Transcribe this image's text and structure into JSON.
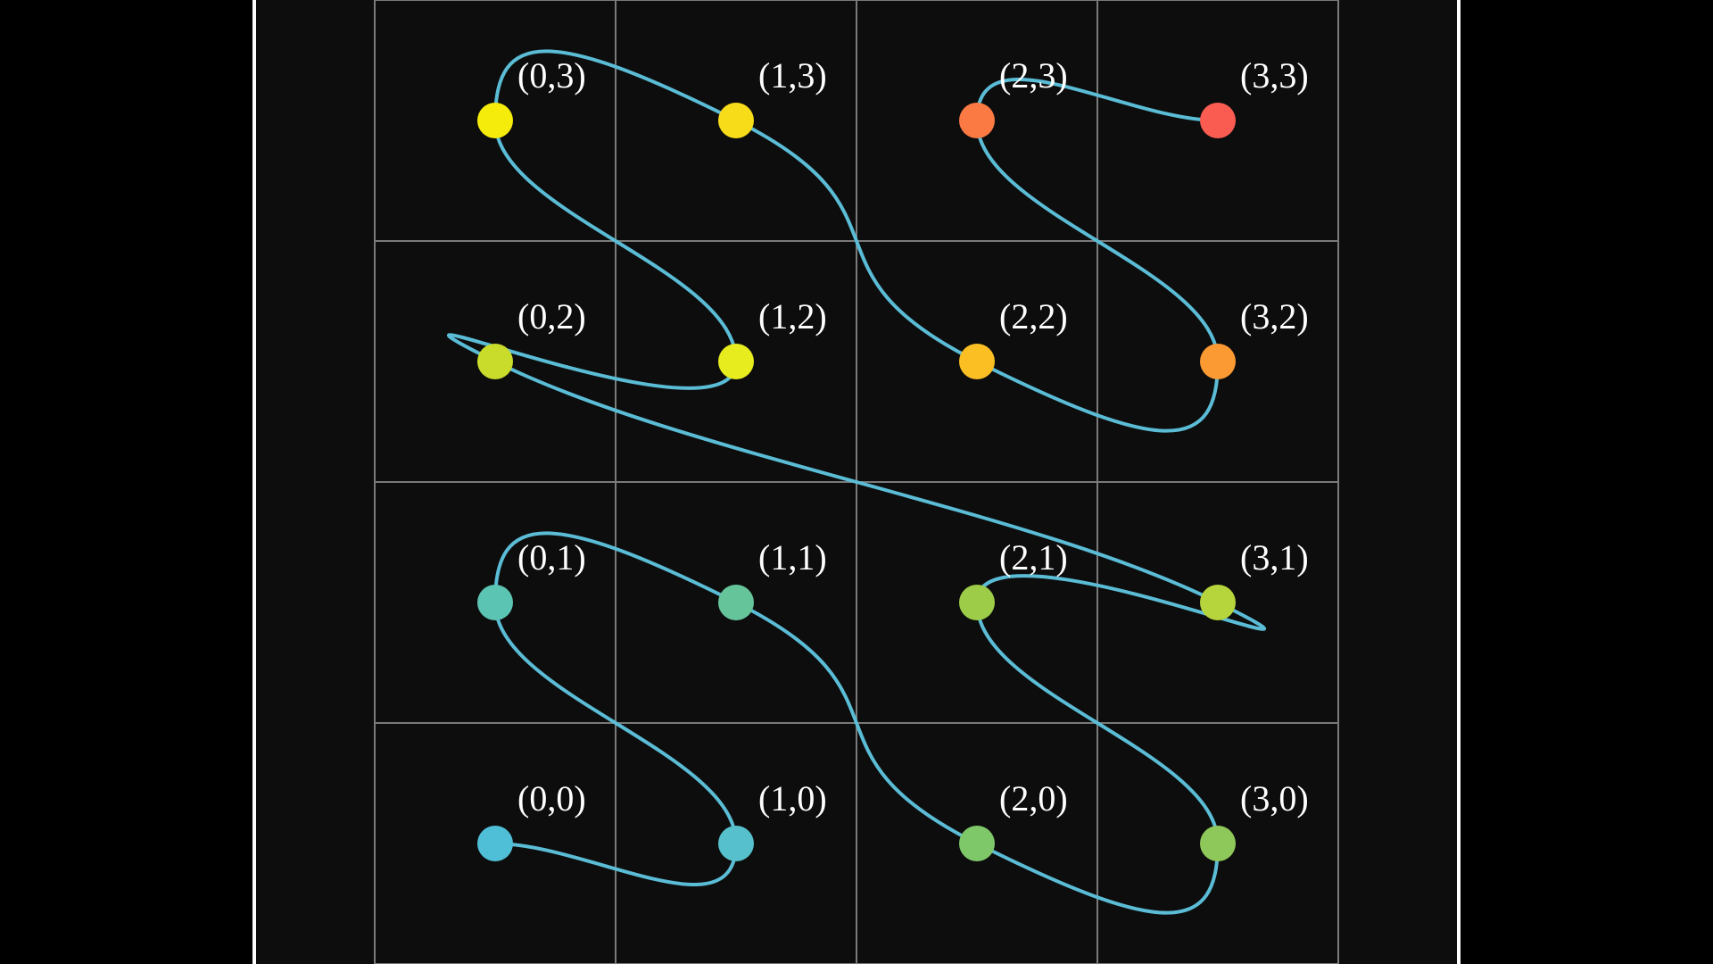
{
  "colors": {
    "page_background": "#000000",
    "canvas_background": "#0d0d0d",
    "frame_line": "#ffffff",
    "grid_line": "#7a7a7a",
    "curve": "#5bbcd6",
    "label_text": "#ffffff"
  },
  "grid": {
    "columns": 4,
    "rows": 4
  },
  "cells": [
    {
      "label": "(0,0)",
      "col": 0,
      "row": 0,
      "dot_color": "#4fbfd8"
    },
    {
      "label": "(1,0)",
      "col": 1,
      "row": 0,
      "dot_color": "#56c0cc"
    },
    {
      "label": "(2,0)",
      "col": 2,
      "row": 0,
      "dot_color": "#7ec86a"
    },
    {
      "label": "(3,0)",
      "col": 3,
      "row": 0,
      "dot_color": "#8fc85a"
    },
    {
      "label": "(0,1)",
      "col": 0,
      "row": 1,
      "dot_color": "#5cc4b2"
    },
    {
      "label": "(1,1)",
      "col": 1,
      "row": 1,
      "dot_color": "#66c49a"
    },
    {
      "label": "(2,1)",
      "col": 2,
      "row": 1,
      "dot_color": "#9ccc48"
    },
    {
      "label": "(3,1)",
      "col": 3,
      "row": 1,
      "dot_color": "#b6d43c"
    },
    {
      "label": "(0,2)",
      "col": 0,
      "row": 2,
      "dot_color": "#c9dc2c"
    },
    {
      "label": "(1,2)",
      "col": 1,
      "row": 2,
      "dot_color": "#e6ec1e"
    },
    {
      "label": "(2,2)",
      "col": 2,
      "row": 2,
      "dot_color": "#fbbf24"
    },
    {
      "label": "(3,2)",
      "col": 3,
      "row": 2,
      "dot_color": "#fb9a32"
    },
    {
      "label": "(0,3)",
      "col": 0,
      "row": 3,
      "dot_color": "#f5ec0c"
    },
    {
      "label": "(1,3)",
      "col": 1,
      "row": 3,
      "dot_color": "#f7dc1a"
    },
    {
      "label": "(2,3)",
      "col": 2,
      "row": 3,
      "dot_color": "#fb7a44"
    },
    {
      "label": "(3,3)",
      "col": 3,
      "row": 3,
      "dot_color": "#fb5c52"
    }
  ],
  "path_order": [
    "(0,0)",
    "(1,0)",
    "(0,1)",
    "(1,1)",
    "(2,0)",
    "(3,0)",
    "(2,1)",
    "(3,1)",
    "(0,2)",
    "(1,2)",
    "(0,3)",
    "(1,3)",
    "(2,2)",
    "(3,2)",
    "(2,3)",
    "(3,3)"
  ]
}
